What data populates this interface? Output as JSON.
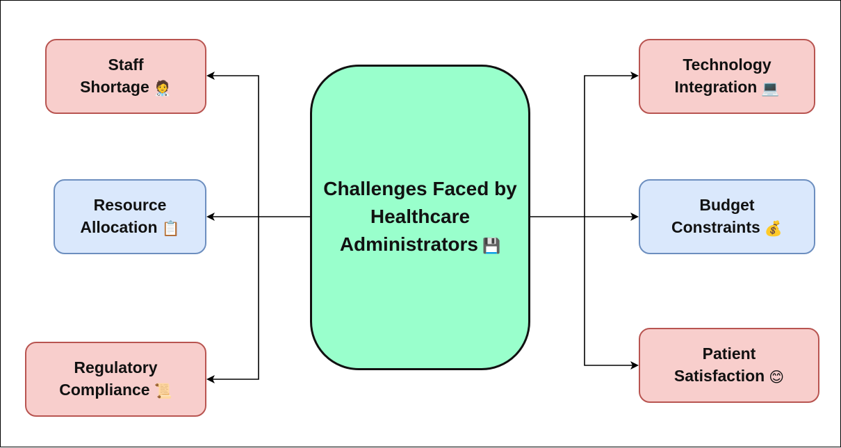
{
  "diagram": {
    "center": {
      "line1": "Challenges Faced by",
      "line2": "Healthcare",
      "line3": "Administrators",
      "icon": "floppy-disk-icon",
      "glyph": "💾"
    },
    "left": [
      {
        "line1": "Staff",
        "line2": "Shortage",
        "icon": "health-worker-icon",
        "glyph": "🧑‍⚕️",
        "color": "red"
      },
      {
        "line1": "Resource",
        "line2": "Allocation",
        "icon": "clipboard-icon",
        "glyph": "📋",
        "color": "blue"
      },
      {
        "line1": "Regulatory",
        "line2": "Compliance",
        "icon": "scroll-icon",
        "glyph": "📜",
        "color": "red"
      }
    ],
    "right": [
      {
        "line1": "Technology",
        "line2": "Integration",
        "icon": "computer-icon",
        "glyph": "💻",
        "color": "red"
      },
      {
        "line1": "Budget",
        "line2": "Constraints",
        "icon": "money-bag-icon",
        "glyph": "💰",
        "color": "blue"
      },
      {
        "line1": "Patient",
        "line2": "Satisfaction",
        "icon": "smiling-face-icon",
        "glyph": "😊",
        "color": "red"
      }
    ],
    "colors": {
      "red_fill": "#f8cecc",
      "red_stroke": "#b85450",
      "blue_fill": "#dae8fc",
      "blue_stroke": "#6c8ebf",
      "center_fill": "#99ffcc",
      "edge": "#000000"
    }
  }
}
